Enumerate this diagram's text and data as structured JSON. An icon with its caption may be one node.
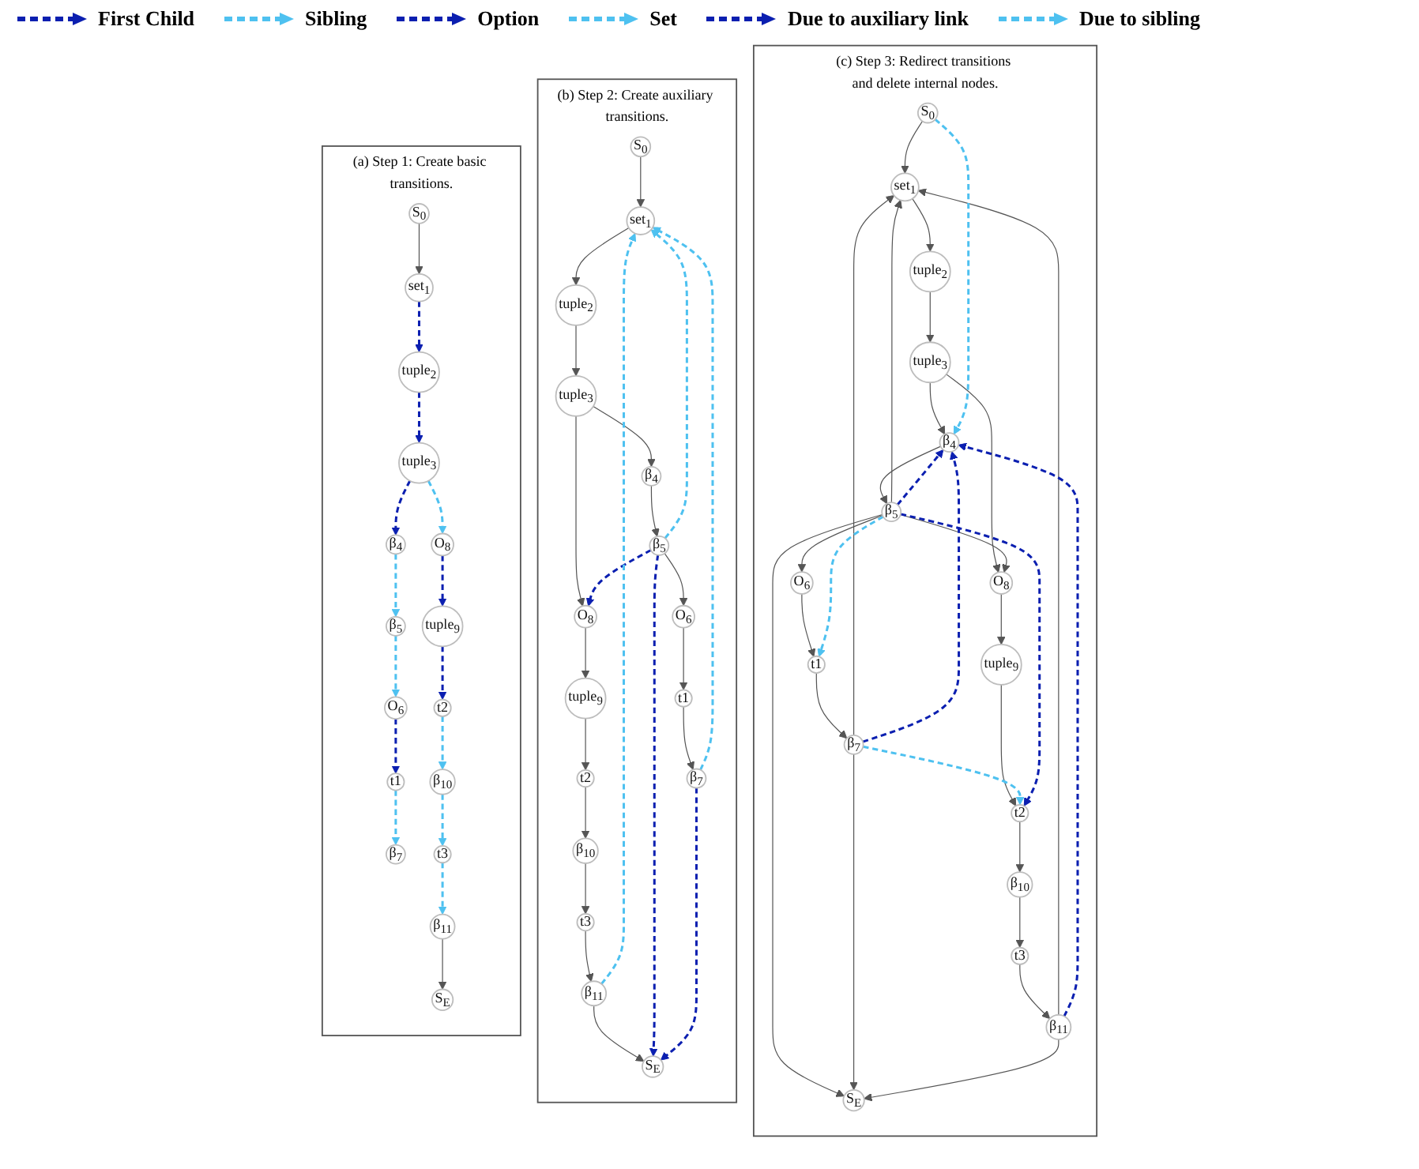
{
  "diagram": {
    "nodes": [
      {
        "text": [
          "(a) Step 1: Create basic transitions."
        ]
      },
      {
        "text": [
          "S$_{0}$"
        ],
        "in": 0
      },
      {
        "text": [
          "set$_{1}$"
        ],
        "in": 0
      },
      {
        "text": [
          "tuple$_{2}$"
        ],
        "in": 0
      },
      {
        "text": [
          "tuple$_{3}$"
        ],
        "in": 0
      },
      {
        "text": [
          "O$_{8}$"
        ],
        "in": 0
      },
      {
        "text": [
          "β$_{4}$"
        ],
        "in": 0
      },
      {
        "text": [
          "β$_{5}$"
        ],
        "in": 0
      },
      {
        "text": [
          "O$_{6}$"
        ],
        "in": 0
      },
      {
        "text": [
          "tuple$_{9}$"
        ],
        "in": 0
      },
      {
        "text": [
          "S$_{E}$"
        ],
        "in": 0
      },
      {
        "text": [
          "t1"
        ],
        "in": 0
      },
      {
        "text": [
          "β$_{7}$"
        ],
        "in": 0
      },
      {
        "text": [
          "t2"
        ],
        "in": 0
      },
      {
        "text": [
          "β$_{10}$"
        ],
        "in": 0
      },
      {
        "text": [
          "t3"
        ],
        "in": 0
      },
      {
        "text": [
          "β$_{11}$"
        ],
        "in": 0
      },
      {
        "text": [
          "(b) Step 2: Create auxiliary transitions."
        ]
      },
      {
        "text": [
          "S$_{0}$"
        ],
        "in": 17
      },
      {
        "text": [
          "set$_{1}$"
        ],
        "in": 17
      },
      {
        "text": [
          "tuple$_{2}$"
        ],
        "in": 17
      },
      {
        "text": [
          "tuple$_{3}$"
        ],
        "in": 17
      },
      {
        "text": [
          "O$_{8}$"
        ],
        "in": 17
      },
      {
        "text": [
          "β$_{4}$"
        ],
        "in": 17
      },
      {
        "text": [
          "β$_{5}$"
        ],
        "in": 17
      },
      {
        "text": [
          "O$_{6}$"
        ],
        "in": 17
      },
      {
        "text": [
          "tuple$_{9}$"
        ],
        "in": 17
      },
      {
        "text": [
          "S$_{E}$"
        ],
        "in": 17
      },
      {
        "text": [
          "t1"
        ],
        "in": 17
      },
      {
        "text": [
          "β$_{7}$"
        ],
        "in": 17
      },
      {
        "text": [
          "t2"
        ],
        "in": 17
      },
      {
        "text": [
          "β$_{10}$"
        ],
        "in": 17
      },
      {
        "text": [
          "t3"
        ],
        "in": 17
      },
      {
        "text": [
          "β$_{11}$"
        ],
        "in": 17
      },
      {
        "text": [
          "(c) Step 3: Redirect transitions and delete internal nodes."
        ]
      },
      {
        "text": [
          "S$_{0}$"
        ],
        "in": 34
      },
      {
        "text": [
          "set$_{1}$"
        ],
        "in": 34
      },
      {
        "text": [
          "tuple$_{2}$"
        ],
        "in": 34
      },
      {
        "text": [
          "tuple$_{3}$"
        ],
        "in": 34
      },
      {
        "text": [
          "O$_{8}$"
        ],
        "in": 34
      },
      {
        "text": [
          "β$_{4}$"
        ],
        "in": 34
      },
      {
        "text": [
          "β$_{5}$"
        ],
        "in": 34
      },
      {
        "text": [
          "O$_{6}$"
        ],
        "in": 34
      },
      {
        "text": [
          "tuple$_{9}$"
        ],
        "in": 34
      },
      {
        "text": [
          "S$_{E}$"
        ],
        "in": 34
      },
      {
        "text": [
          "t1"
        ],
        "in": 34
      },
      {
        "text": [
          "β$_{7}$"
        ],
        "in": 34
      },
      {
        "text": [
          "t2"
        ],
        "in": 34
      },
      {
        "text": [
          "β$_{10}$"
        ],
        "in": 34
      },
      {
        "text": [
          "t3"
        ],
        "in": 34
      },
      {
        "text": [
          "β$_{11}$"
        ],
        "in": 34
      }
    ],
    "edges": [
      {
        "from": 1,
        "to": 2,
        "arrow": "to"
      },
      {
        "from": 2,
        "to": 3,
        "arrow": "to",
        "style": "dashed",
        "color": "#0b1fb0"
      },
      {
        "from": 3,
        "to": 4,
        "arrow": "to",
        "style": "dashed",
        "color": "#0b1fb0"
      },
      {
        "from": 4,
        "to": 5,
        "arrow": "to",
        "style": "dashed",
        "color": "#4ec1f0"
      },
      {
        "from": 4,
        "to": 6,
        "arrow": "to",
        "style": "dashed",
        "color": "#0b1fb0"
      },
      {
        "from": 6,
        "to": 7,
        "arrow": "to",
        "style": "dashed",
        "color": "#4ec1f0"
      },
      {
        "from": 7,
        "to": 8,
        "arrow": "to",
        "style": "dashed",
        "color": "#4ec1f0"
      },
      {
        "from": 5,
        "to": 9,
        "arrow": "to",
        "style": "dashed",
        "color": "#0b1fb0"
      },
      {
        "from": 8,
        "to": 11,
        "arrow": "to",
        "style": "dashed",
        "color": "#0b1fb0"
      },
      {
        "from": 11,
        "to": 12,
        "arrow": "to",
        "style": "dashed",
        "color": "#4ec1f0"
      },
      {
        "from": 9,
        "to": 13,
        "arrow": "to",
        "style": "dashed",
        "color": "#0b1fb0"
      },
      {
        "from": 13,
        "to": 14,
        "arrow": "to",
        "style": "dashed",
        "color": "#4ec1f0"
      },
      {
        "from": 14,
        "to": 15,
        "arrow": "to",
        "style": "dashed",
        "color": "#4ec1f0"
      },
      {
        "from": 15,
        "to": 16,
        "arrow": "to",
        "style": "dashed",
        "color": "#4ec1f0"
      },
      {
        "from": 16,
        "to": 10,
        "arrow": "to"
      },
      {
        "from": 18,
        "to": 19,
        "arrow": "to"
      },
      {
        "from": 19,
        "to": 20,
        "arrow": "to"
      },
      {
        "from": 20,
        "to": 21,
        "arrow": "to"
      },
      {
        "from": 21,
        "to": 23,
        "arrow": "to"
      },
      {
        "from": 21,
        "to": 22,
        "arrow": "to"
      },
      {
        "from": 23,
        "to": 24,
        "arrow": "to"
      },
      {
        "from": 24,
        "to": 25,
        "arrow": "to"
      },
      {
        "from": 25,
        "to": 28,
        "arrow": "to"
      },
      {
        "from": 28,
        "to": 29,
        "arrow": "to"
      },
      {
        "from": 22,
        "to": 26,
        "arrow": "to"
      },
      {
        "from": 26,
        "to": 30,
        "arrow": "to"
      },
      {
        "from": 30,
        "to": 31,
        "arrow": "to"
      },
      {
        "from": 31,
        "to": 32,
        "arrow": "to"
      },
      {
        "from": 32,
        "to": 33,
        "arrow": "to"
      },
      {
        "from": 33,
        "to": 27,
        "arrow": "to"
      },
      {
        "from": 24,
        "to": 22,
        "arrow": "to",
        "style": "dashed",
        "color": "#0b1fb0"
      },
      {
        "from": 24,
        "to": 27,
        "arrow": "to",
        "style": "dashed",
        "color": "#0b1fb0"
      },
      {
        "from": 29,
        "to": 27,
        "arrow": "to",
        "style": "dashed",
        "color": "#0b1fb0"
      },
      {
        "from": 24,
        "to": 19,
        "arrow": "to",
        "style": "dashed",
        "color": "#4ec1f0"
      },
      {
        "from": 29,
        "to": 19,
        "arrow": "to",
        "style": "dashed",
        "color": "#4ec1f0"
      },
      {
        "from": 33,
        "to": 19,
        "arrow": "to",
        "style": "dashed",
        "color": "#4ec1f0"
      },
      {
        "from": 35,
        "to": 36,
        "arrow": "to"
      },
      {
        "from": 36,
        "to": 37,
        "arrow": "to"
      },
      {
        "from": 37,
        "to": 38,
        "arrow": "to"
      },
      {
        "from": 38,
        "to": 40,
        "arrow": "to"
      },
      {
        "from": 38,
        "to": 39,
        "arrow": "to"
      },
      {
        "from": 41,
        "to": 39,
        "arrow": "to"
      },
      {
        "from": 40,
        "to": 41,
        "arrow": "to"
      },
      {
        "from": 41,
        "to": 42,
        "arrow": "to"
      },
      {
        "from": 41,
        "to": 36,
        "arrow": "to"
      },
      {
        "from": 41,
        "to": 44,
        "arrow": "to"
      },
      {
        "from": 42,
        "to": 45,
        "arrow": "to"
      },
      {
        "from": 45,
        "to": 46,
        "arrow": "to"
      },
      {
        "from": 46,
        "to": 36,
        "arrow": "to"
      },
      {
        "from": 46,
        "to": 44,
        "arrow": "to"
      },
      {
        "from": 39,
        "to": 43,
        "arrow": "to"
      },
      {
        "from": 43,
        "to": 47,
        "arrow": "to"
      },
      {
        "from": 47,
        "to": 48,
        "arrow": "to"
      },
      {
        "from": 48,
        "to": 49,
        "arrow": "to"
      },
      {
        "from": 49,
        "to": 50,
        "arrow": "to"
      },
      {
        "from": 50,
        "to": 44,
        "arrow": "to"
      },
      {
        "from": 50,
        "to": 36,
        "arrow": "to"
      },
      {
        "from": 35,
        "to": 40,
        "arrow": "to",
        "style": "dashed",
        "color": "#4ec1f0"
      },
      {
        "from": 41,
        "to": 45,
        "arrow": "to",
        "style": "dashed",
        "color": "#4ec1f0"
      },
      {
        "from": 46,
        "to": 47,
        "arrow": "to",
        "style": "dashed",
        "color": "#4ec1f0"
      },
      {
        "from": 41,
        "to": 40,
        "arrow": "to",
        "style": "dashed",
        "color": "#0b1fb0"
      },
      {
        "from": 41,
        "to": 47,
        "arrow": "to",
        "style": "dashed",
        "color": "#0b1fb0"
      },
      {
        "from": 46,
        "to": 40,
        "arrow": "to",
        "style": "dashed",
        "color": "#0b1fb0"
      },
      {
        "from": 50,
        "to": 40,
        "arrow": "to",
        "style": "dashed",
        "color": "#0b1fb0"
      }
    ],
    "legend": [
      {
        "text": "First Child"
      },
      {
        "text": "Sibling"
      },
      {
        "text": "Option"
      },
      {
        "text": "Set"
      },
      {
        "text": "Due to auxiliary link"
      },
      {
        "text": "Due to sibling"
      }
    ]
  }
}
